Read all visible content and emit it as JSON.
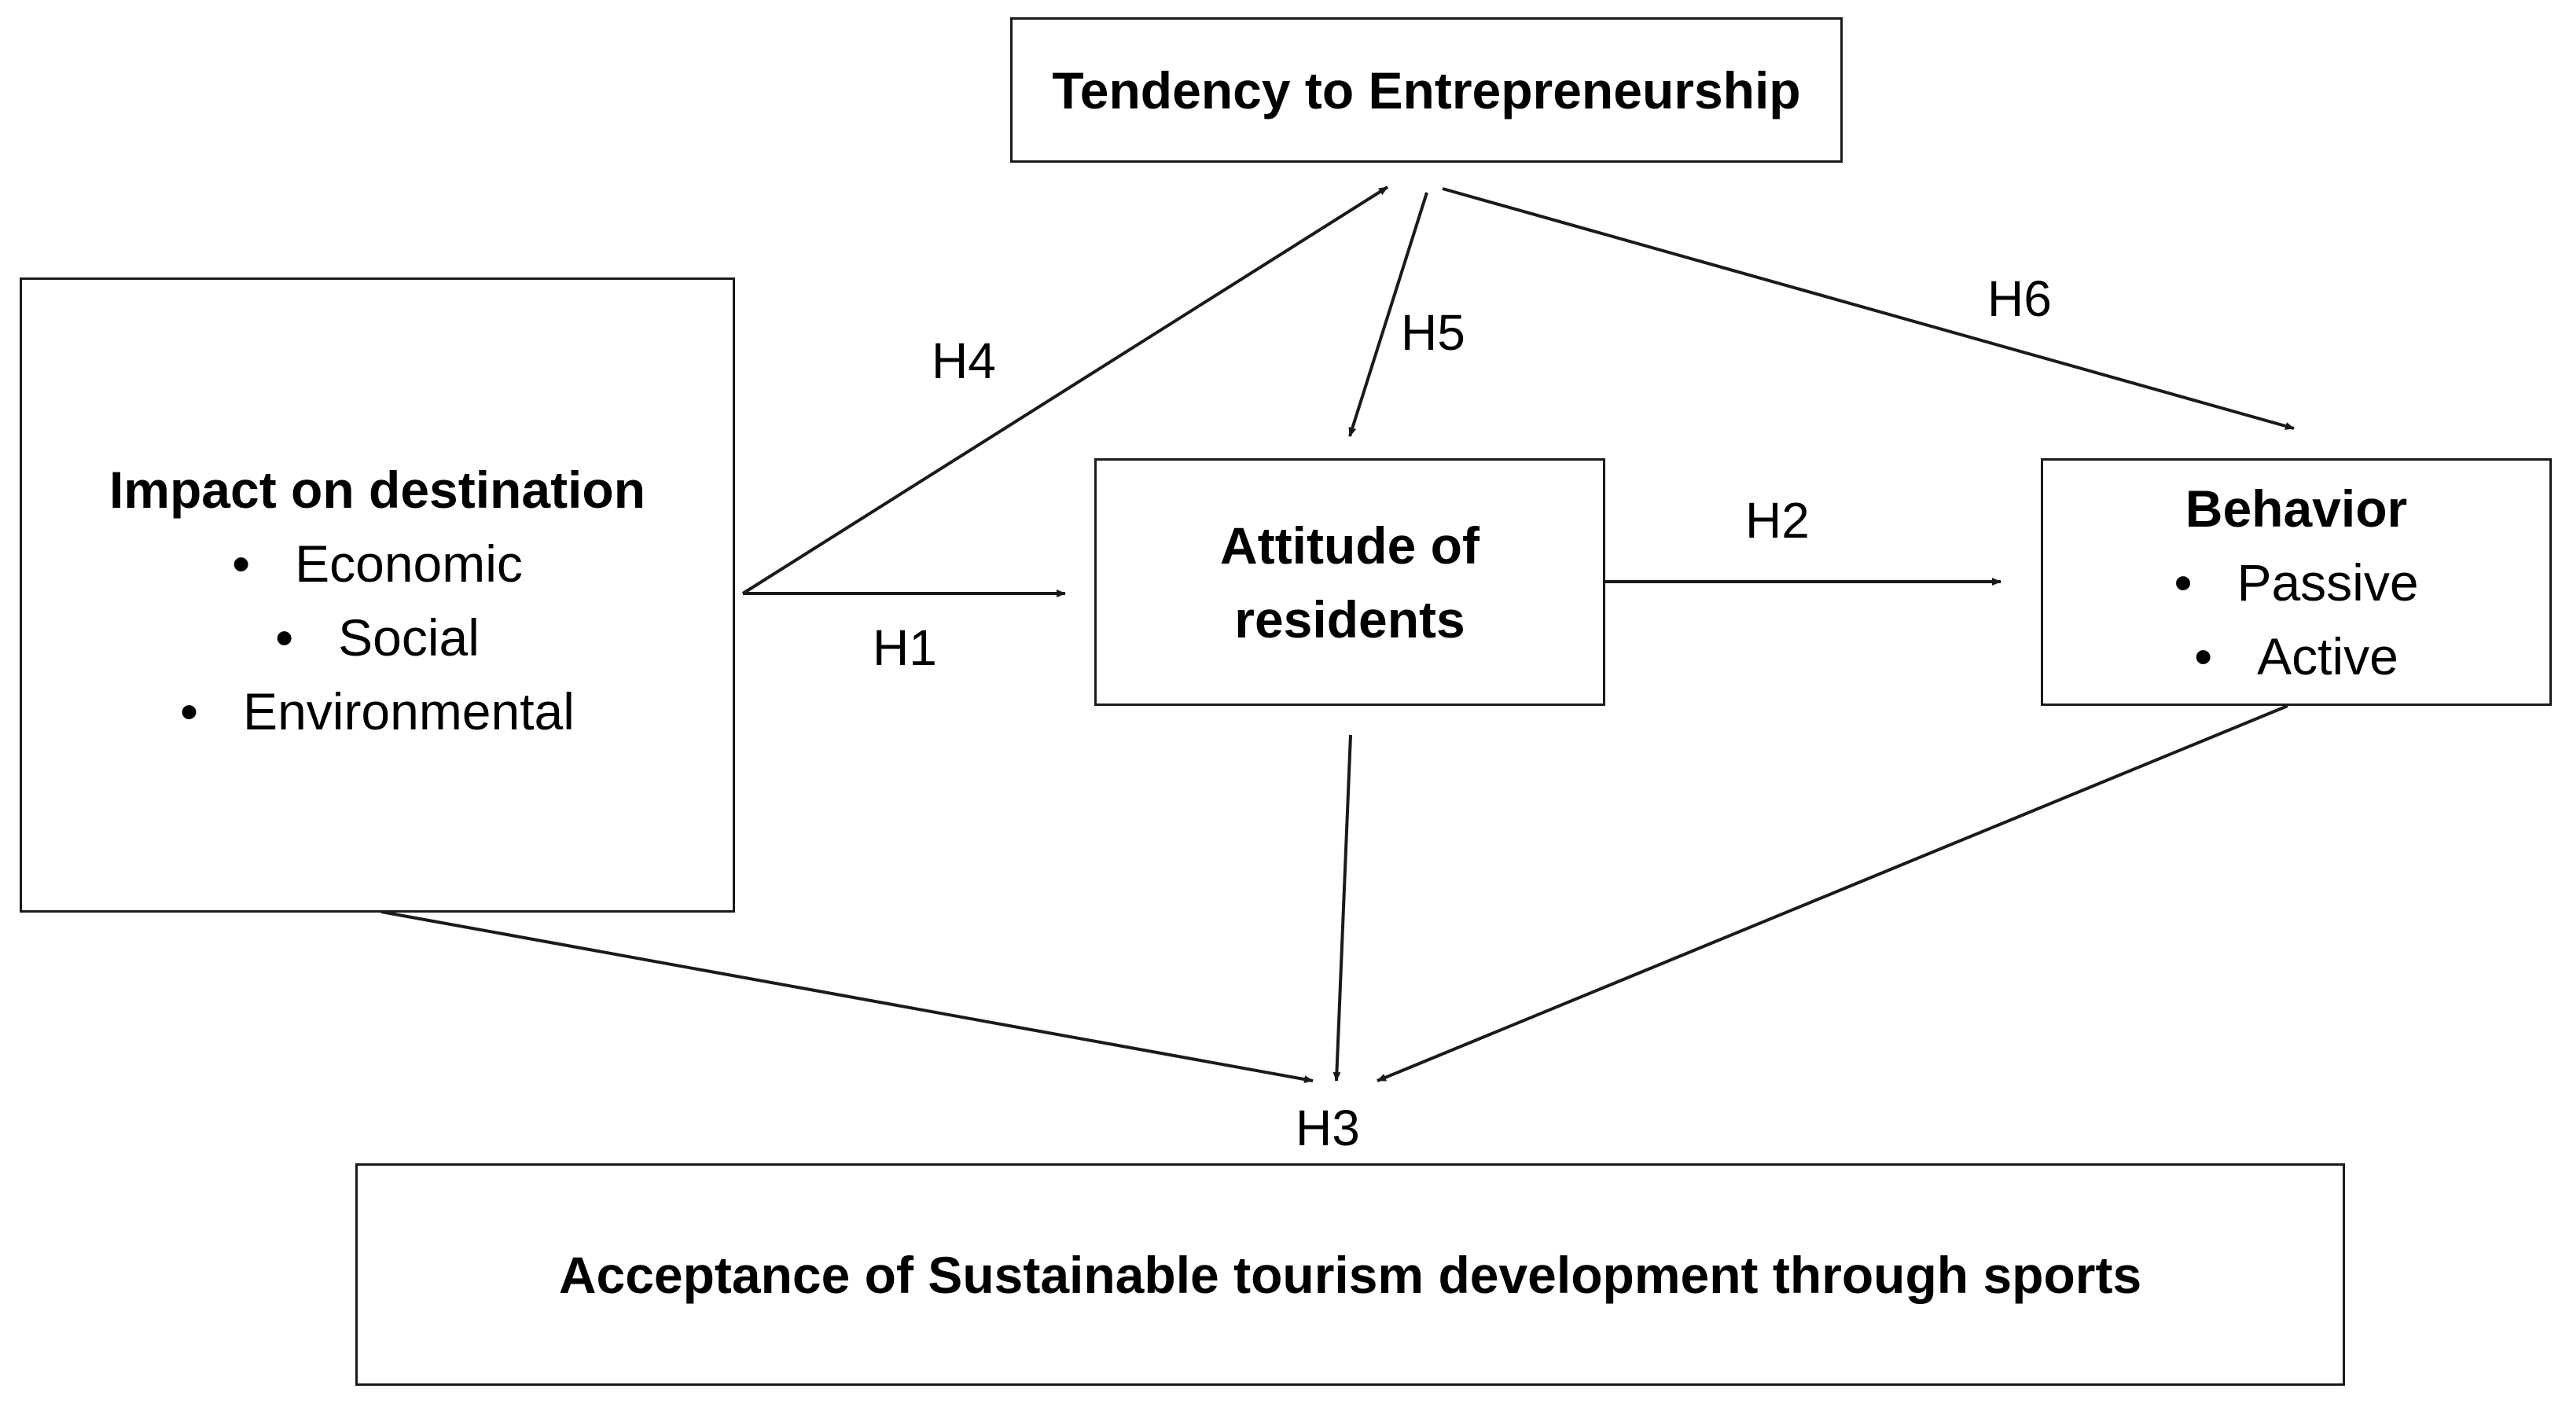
{
  "nodes": {
    "entrepreneurship": {
      "title": "Tendency to Entrepreneurship"
    },
    "impact": {
      "title": "Impact on destination",
      "items": [
        "Economic",
        "Social",
        "Environmental"
      ]
    },
    "attitude": {
      "title_line1": "Attitude of",
      "title_line2": "residents"
    },
    "behavior": {
      "title": "Behavior",
      "items": [
        "Passive",
        "Active"
      ]
    },
    "acceptance": {
      "title": "Acceptance of Sustainable tourism development through sports"
    }
  },
  "bullet_symbol": "•",
  "hypotheses": {
    "h1": "H1",
    "h2": "H2",
    "h3": "H3",
    "h4": "H4",
    "h5": "H5",
    "h6": "H6"
  }
}
